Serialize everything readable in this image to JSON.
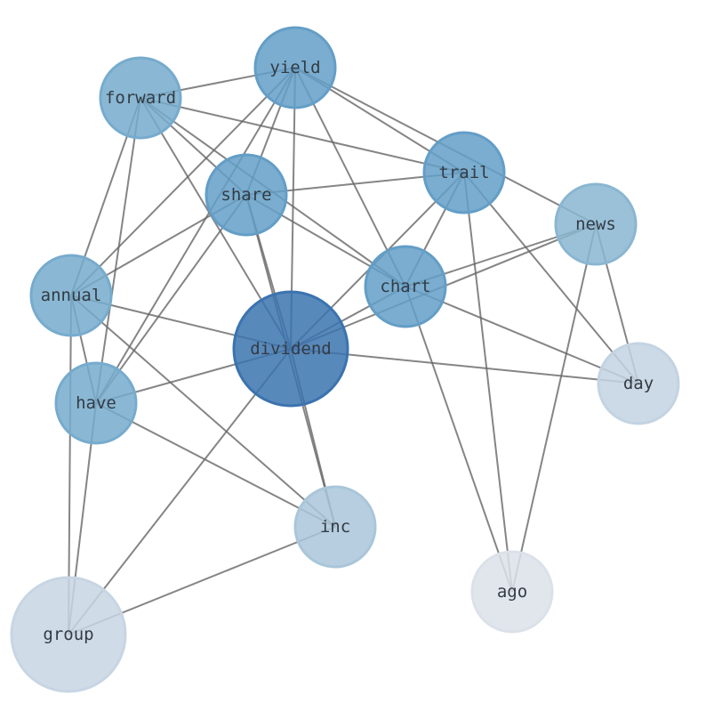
{
  "graph": {
    "nodes": [
      {
        "id": "yield",
        "label": "yield",
        "color": "#6aaad6"
      },
      {
        "id": "forward",
        "label": "forward",
        "color": "#7fb8dc"
      },
      {
        "id": "share",
        "label": "share",
        "color": "#6aaad6"
      },
      {
        "id": "trail",
        "label": "trail",
        "color": "#6aaad6"
      },
      {
        "id": "news",
        "label": "news",
        "color": "#94c4e1"
      },
      {
        "id": "chart",
        "label": "chart",
        "color": "#6aaad6"
      },
      {
        "id": "annual",
        "label": "annual",
        "color": "#7fb8dc"
      },
      {
        "id": "dividend",
        "label": "dividend",
        "color": "#3f7cbc"
      },
      {
        "id": "day",
        "label": "day",
        "color": "#d2e3f3"
      },
      {
        "id": "have",
        "label": "have",
        "color": "#7fb8dc"
      },
      {
        "id": "inc",
        "label": "inc",
        "color": "#b6d5ea"
      },
      {
        "id": "ago",
        "label": "ago",
        "color": "#ecf2fa"
      },
      {
        "id": "group",
        "label": "group",
        "color": "#d6e5f4"
      }
    ],
    "edges": [
      [
        "forward",
        "yield"
      ],
      [
        "forward",
        "trail"
      ],
      [
        "forward",
        "chart"
      ],
      [
        "forward",
        "dividend"
      ],
      [
        "forward",
        "annual"
      ],
      [
        "forward",
        "have"
      ],
      [
        "forward",
        "share"
      ],
      [
        "yield",
        "share"
      ],
      [
        "yield",
        "trail"
      ],
      [
        "yield",
        "news"
      ],
      [
        "yield",
        "chart"
      ],
      [
        "yield",
        "dividend"
      ],
      [
        "yield",
        "annual"
      ],
      [
        "yield",
        "have"
      ],
      [
        "trail",
        "share"
      ],
      [
        "trail",
        "chart"
      ],
      [
        "trail",
        "dividend"
      ],
      [
        "trail",
        "day"
      ],
      [
        "trail",
        "ago"
      ],
      [
        "news",
        "chart"
      ],
      [
        "news",
        "dividend"
      ],
      [
        "news",
        "day"
      ],
      [
        "news",
        "ago"
      ],
      [
        "chart",
        "dividend"
      ],
      [
        "chart",
        "day"
      ],
      [
        "chart",
        "ago"
      ],
      [
        "chart",
        "share"
      ],
      [
        "share",
        "dividend"
      ],
      [
        "share",
        "inc"
      ],
      [
        "share",
        "have"
      ],
      [
        "share",
        "annual"
      ],
      [
        "annual",
        "dividend"
      ],
      [
        "annual",
        "have"
      ],
      [
        "annual",
        "group"
      ],
      [
        "annual",
        "inc"
      ],
      [
        "dividend",
        "have"
      ],
      [
        "dividend",
        "day"
      ],
      [
        "dividend",
        "group"
      ],
      [
        "dividend",
        "inc"
      ],
      [
        "have",
        "inc"
      ],
      [
        "have",
        "group"
      ],
      [
        "inc",
        "group"
      ]
    ]
  }
}
